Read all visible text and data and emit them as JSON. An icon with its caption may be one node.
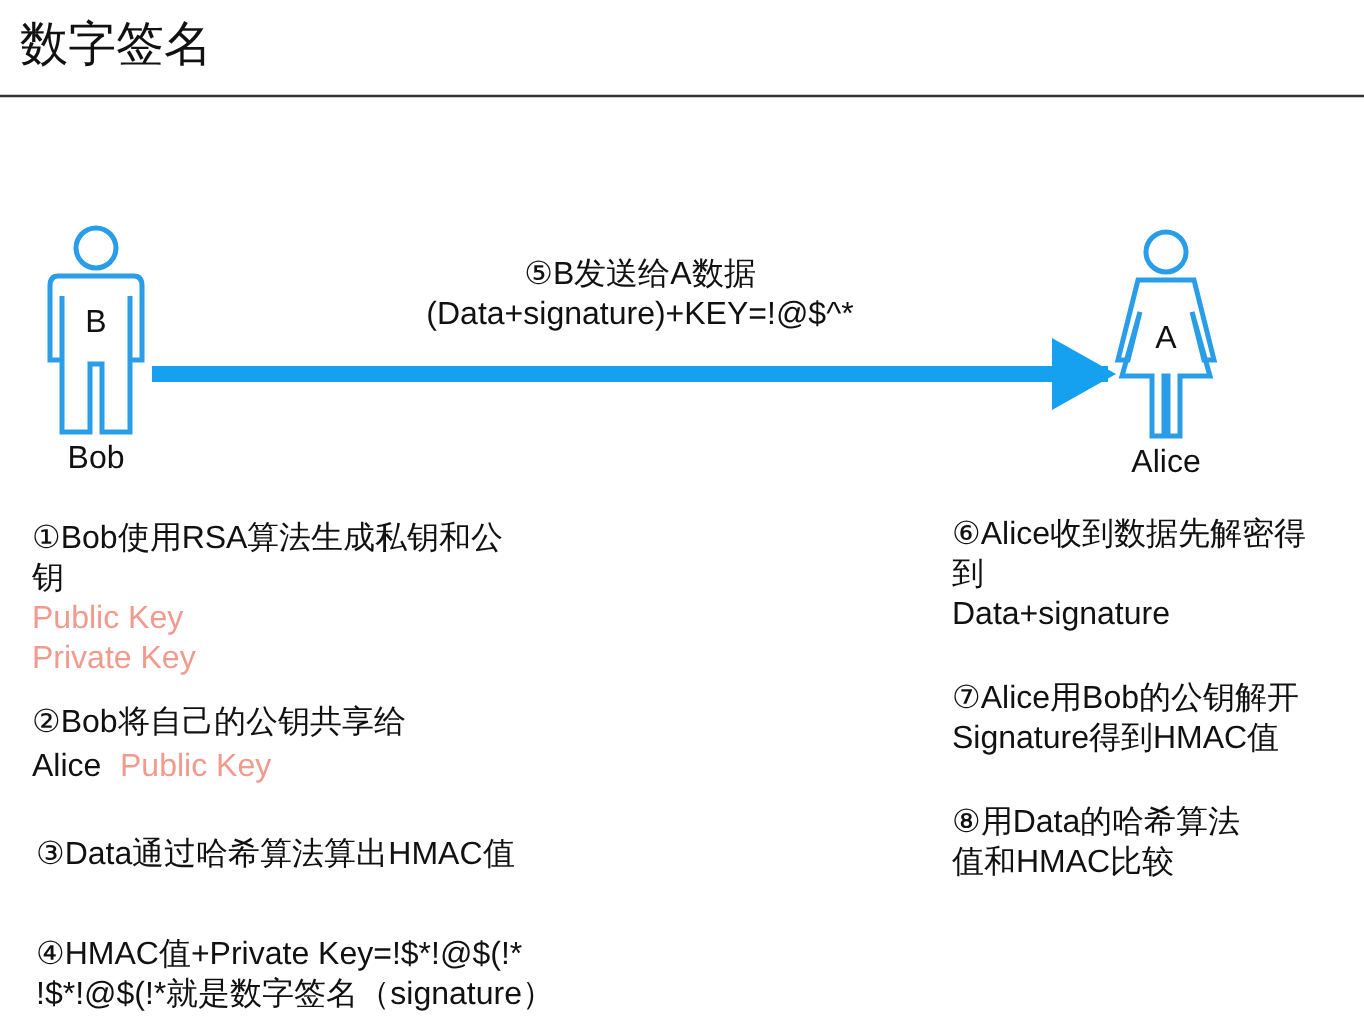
{
  "diagram": {
    "title": "数字签名",
    "nodes": [
      {
        "text": [
          "B"
        ],
        "beside": [
          "Bob"
        ]
      },
      {
        "text": [
          "A"
        ],
        "beside": [
          "Alice"
        ]
      }
    ],
    "edges": [
      {
        "from": 0,
        "to": 1,
        "arrow": "to",
        "label": "⑤B发送给A数据 (Data+signature)+KEY=!@$^*"
      }
    ],
    "labels": [
      "①Bob使用RSA算法生成私钥和公钥",
      "Public Key",
      "Private Key",
      "②Bob将自己的公钥共享给",
      "Alice",
      "Public Key",
      "③Data通过哈希算法算出HMAC值",
      "④HMAC值+Private Key=!$*!@$(!* !$*!@$(!*就是数字签名（signature）",
      "⑥Alice收到数据先解密得到",
      "Data+signature",
      "⑦Alice用Bob的公钥解开Signature得到HMAC值",
      "⑧用Data的哈希算法值和HMAC比较"
    ]
  }
}
